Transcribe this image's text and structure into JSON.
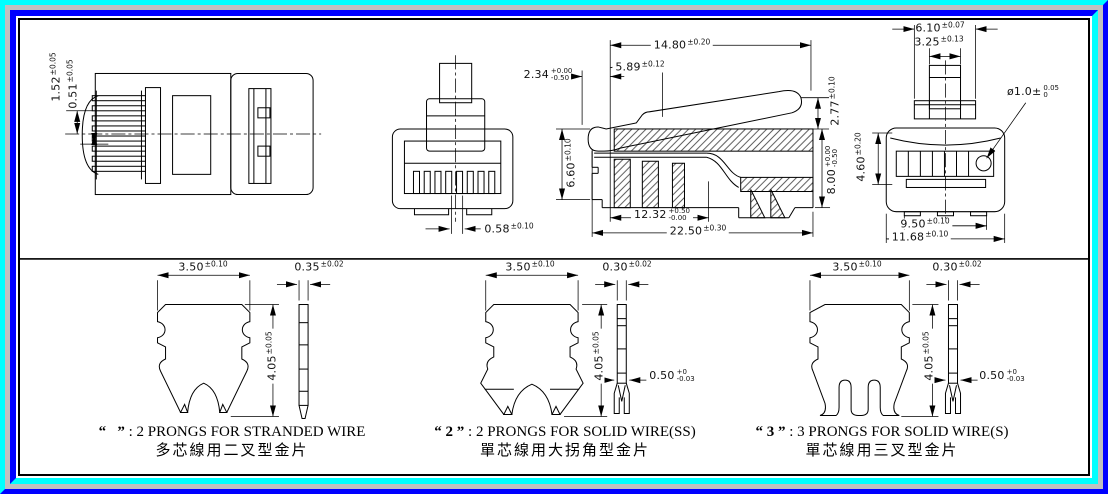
{
  "colors": {
    "frame_cyan": "#00ffff",
    "frame_gray": "#c0c0c0",
    "frame_blue": "#0000ff",
    "line_black": "#000000",
    "paper_white": "#ffffff"
  },
  "plug": {
    "top_view": {
      "pin_height": {
        "v": "1.52",
        "t": "±0.05"
      },
      "pin_offset": {
        "v": "0.51",
        "t": "±0.05"
      }
    },
    "front_view": {
      "slot_width": {
        "v": "0.58",
        "t": "±0.10"
      }
    },
    "side_view": {
      "latch_setback": {
        "v": "2.34",
        "tp": "+0.00",
        "tm": "-0.50"
      },
      "latch_length": {
        "v": "14.80",
        "t": "±0.20"
      },
      "latch_step": {
        "v": "5.89",
        "t": "±0.12"
      },
      "latch_height": {
        "v": "2.77",
        "t": "±0.10"
      },
      "body_height": {
        "v": "8.00",
        "tp": "+0.00",
        "tm": "-0.50"
      },
      "front_height": {
        "v": "6.60",
        "t": "±0.10"
      },
      "body_length": {
        "v": "12.32",
        "tp": "+0.50",
        "tm": "-0.00"
      },
      "total_length": {
        "v": "22.50",
        "t": "±0.30"
      }
    },
    "rear_view": {
      "flange_width": {
        "v": "6.10",
        "t": "±0.07"
      },
      "tab_width": {
        "v": "3.25",
        "t": "±0.13"
      },
      "hole_dia": {
        "v": "ø1.0±",
        "tp": "0.05",
        "tm": "0"
      },
      "opening_height": {
        "v": "4.60",
        "t": "±0.20"
      },
      "inner_width": {
        "v": "9.50",
        "t": "±0.10"
      },
      "body_width": {
        "v": "11.68",
        "t": "±0.10"
      }
    }
  },
  "contacts": [
    {
      "width": {
        "v": "3.50",
        "t": "±0.10"
      },
      "thickness": {
        "v": "0.35",
        "t": "±0.02"
      },
      "height": {
        "v": "4.05",
        "t": "±0.05"
      },
      "caption_code": "“   ”",
      "caption_en": " : 2 PRONGS FOR STRANDED WIRE",
      "caption_zh": "多芯線用二叉型金片"
    },
    {
      "width": {
        "v": "3.50",
        "t": "±0.10"
      },
      "thickness": {
        "v": "0.30",
        "t": "±0.02"
      },
      "height": {
        "v": "4.05",
        "t": "±0.05"
      },
      "tip_width": {
        "v": "0.50",
        "tp": "+0",
        "tm": "-0.03"
      },
      "caption_code": "“ 2 ”",
      "caption_en": " : 2 PRONGS FOR SOLID WIRE(SS)",
      "caption_zh": "單芯線用大拐角型金片"
    },
    {
      "width": {
        "v": "3.50",
        "t": "±0.10"
      },
      "thickness": {
        "v": "0.30",
        "t": "±0.02"
      },
      "height": {
        "v": "4.05",
        "t": "±0.05"
      },
      "tip_width": {
        "v": "0.50",
        "tp": "+0",
        "tm": "-0.03"
      },
      "caption_code": "“ 3 ”",
      "caption_en": " : 3 PRONGS FOR SOLID WIRE(S)",
      "caption_zh": "單芯線用三叉型金片"
    }
  ]
}
